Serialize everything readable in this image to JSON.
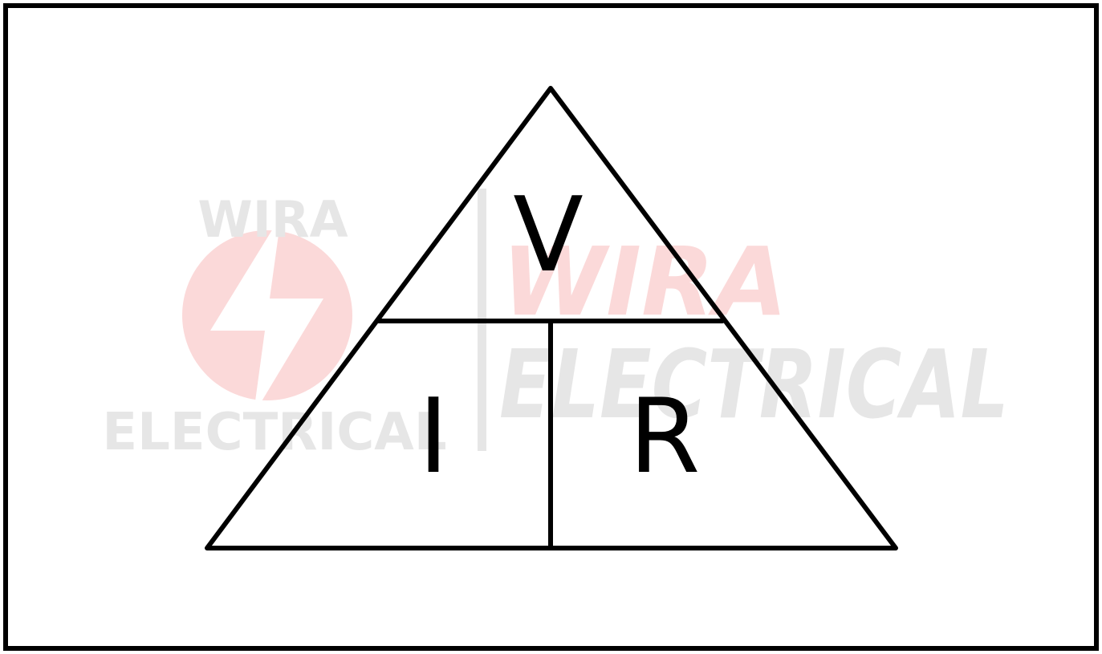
{
  "watermark": {
    "logo_top_text": "WIRA",
    "logo_bottom_text": "ELECTRICAL",
    "brand_line1": "WIRA",
    "brand_line2": "ELECTRICAL",
    "colors": {
      "gray": "#e6e6e6",
      "red": "#fbd9d9",
      "bolt_white": "#ffffff"
    }
  },
  "diagram": {
    "top_label": "V",
    "bottom_left_label": "I",
    "bottom_right_label": "R",
    "line_color": "#000000",
    "background": "#ffffff"
  }
}
